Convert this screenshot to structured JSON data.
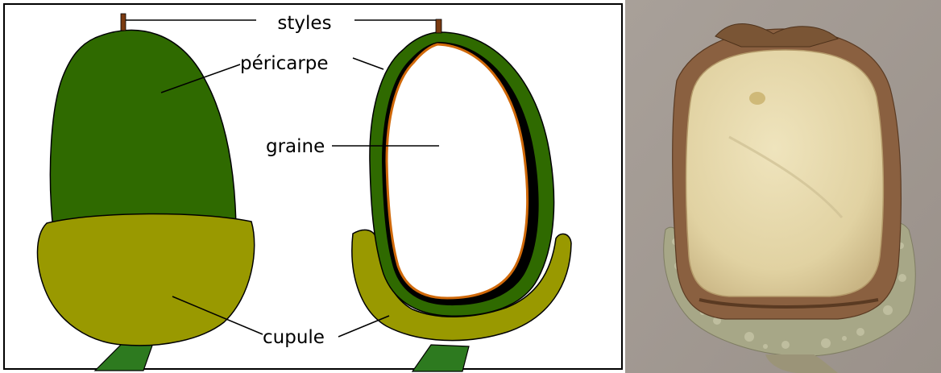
{
  "labels": {
    "styles": "styles",
    "pericarpe": "péricarpe",
    "graine": "graine",
    "cupule": "cupule"
  },
  "colors": {
    "pericarpe_green": "#2f6a00",
    "cupule_olive": "#999900",
    "stem_green": "#2d7a1f",
    "style_brown": "#7a3a10",
    "seed_outline": "#d0690a",
    "photo_bg": "#a39a92",
    "seed_cream": "#e3d6a8",
    "shell_brown": "#8a6040",
    "cup_gray": "#a9a98b"
  }
}
